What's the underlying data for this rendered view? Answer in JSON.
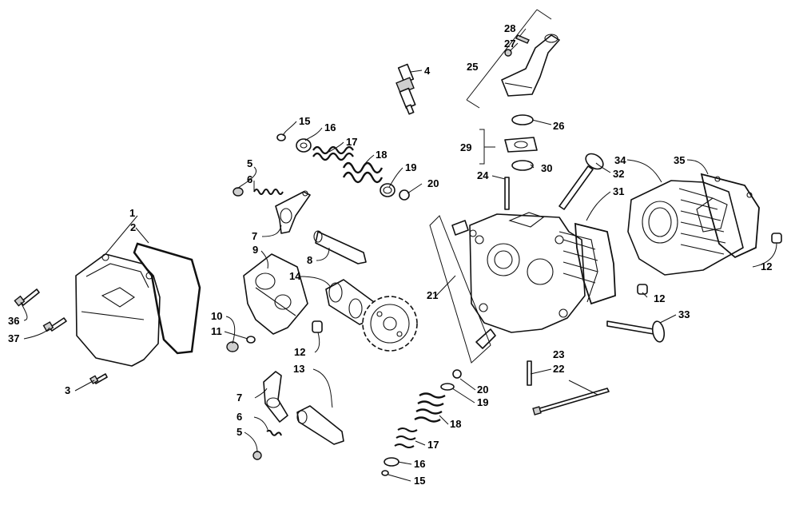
{
  "callouts": [
    {
      "id": "c1",
      "text": "1"
    },
    {
      "id": "c2",
      "text": "2"
    },
    {
      "id": "c3",
      "text": "3"
    },
    {
      "id": "c4",
      "text": "4"
    },
    {
      "id": "c5a",
      "text": "5"
    },
    {
      "id": "c5b",
      "text": "5"
    },
    {
      "id": "c6a",
      "text": "6"
    },
    {
      "id": "c6b",
      "text": "6"
    },
    {
      "id": "c7a",
      "text": "7"
    },
    {
      "id": "c7b",
      "text": "7"
    },
    {
      "id": "c8",
      "text": "8"
    },
    {
      "id": "c9",
      "text": "9"
    },
    {
      "id": "c10",
      "text": "10"
    },
    {
      "id": "c11",
      "text": "11"
    },
    {
      "id": "c12a",
      "text": "12"
    },
    {
      "id": "c12b",
      "text": "12"
    },
    {
      "id": "c12c",
      "text": "12"
    },
    {
      "id": "c13",
      "text": "13"
    },
    {
      "id": "c14",
      "text": "14"
    },
    {
      "id": "c15a",
      "text": "15"
    },
    {
      "id": "c15b",
      "text": "15"
    },
    {
      "id": "c16a",
      "text": "16"
    },
    {
      "id": "c16b",
      "text": "16"
    },
    {
      "id": "c17a",
      "text": "17"
    },
    {
      "id": "c17b",
      "text": "17"
    },
    {
      "id": "c18a",
      "text": "18"
    },
    {
      "id": "c18b",
      "text": "18"
    },
    {
      "id": "c19a",
      "text": "19"
    },
    {
      "id": "c19b",
      "text": "19"
    },
    {
      "id": "c20a",
      "text": "20"
    },
    {
      "id": "c20b",
      "text": "20"
    },
    {
      "id": "c21",
      "text": "21"
    },
    {
      "id": "c22",
      "text": "22"
    },
    {
      "id": "c23",
      "text": "23"
    },
    {
      "id": "c24",
      "text": "24"
    },
    {
      "id": "c25",
      "text": "25"
    },
    {
      "id": "c26",
      "text": "26"
    },
    {
      "id": "c27",
      "text": "27"
    },
    {
      "id": "c28",
      "text": "28"
    },
    {
      "id": "c29",
      "text": "29"
    },
    {
      "id": "c30",
      "text": "30"
    },
    {
      "id": "c31",
      "text": "31"
    },
    {
      "id": "c32",
      "text": "32"
    },
    {
      "id": "c33",
      "text": "33"
    },
    {
      "id": "c34",
      "text": "34"
    },
    {
      "id": "c35",
      "text": "35"
    },
    {
      "id": "c36",
      "text": "36"
    },
    {
      "id": "c37",
      "text": "37"
    }
  ]
}
